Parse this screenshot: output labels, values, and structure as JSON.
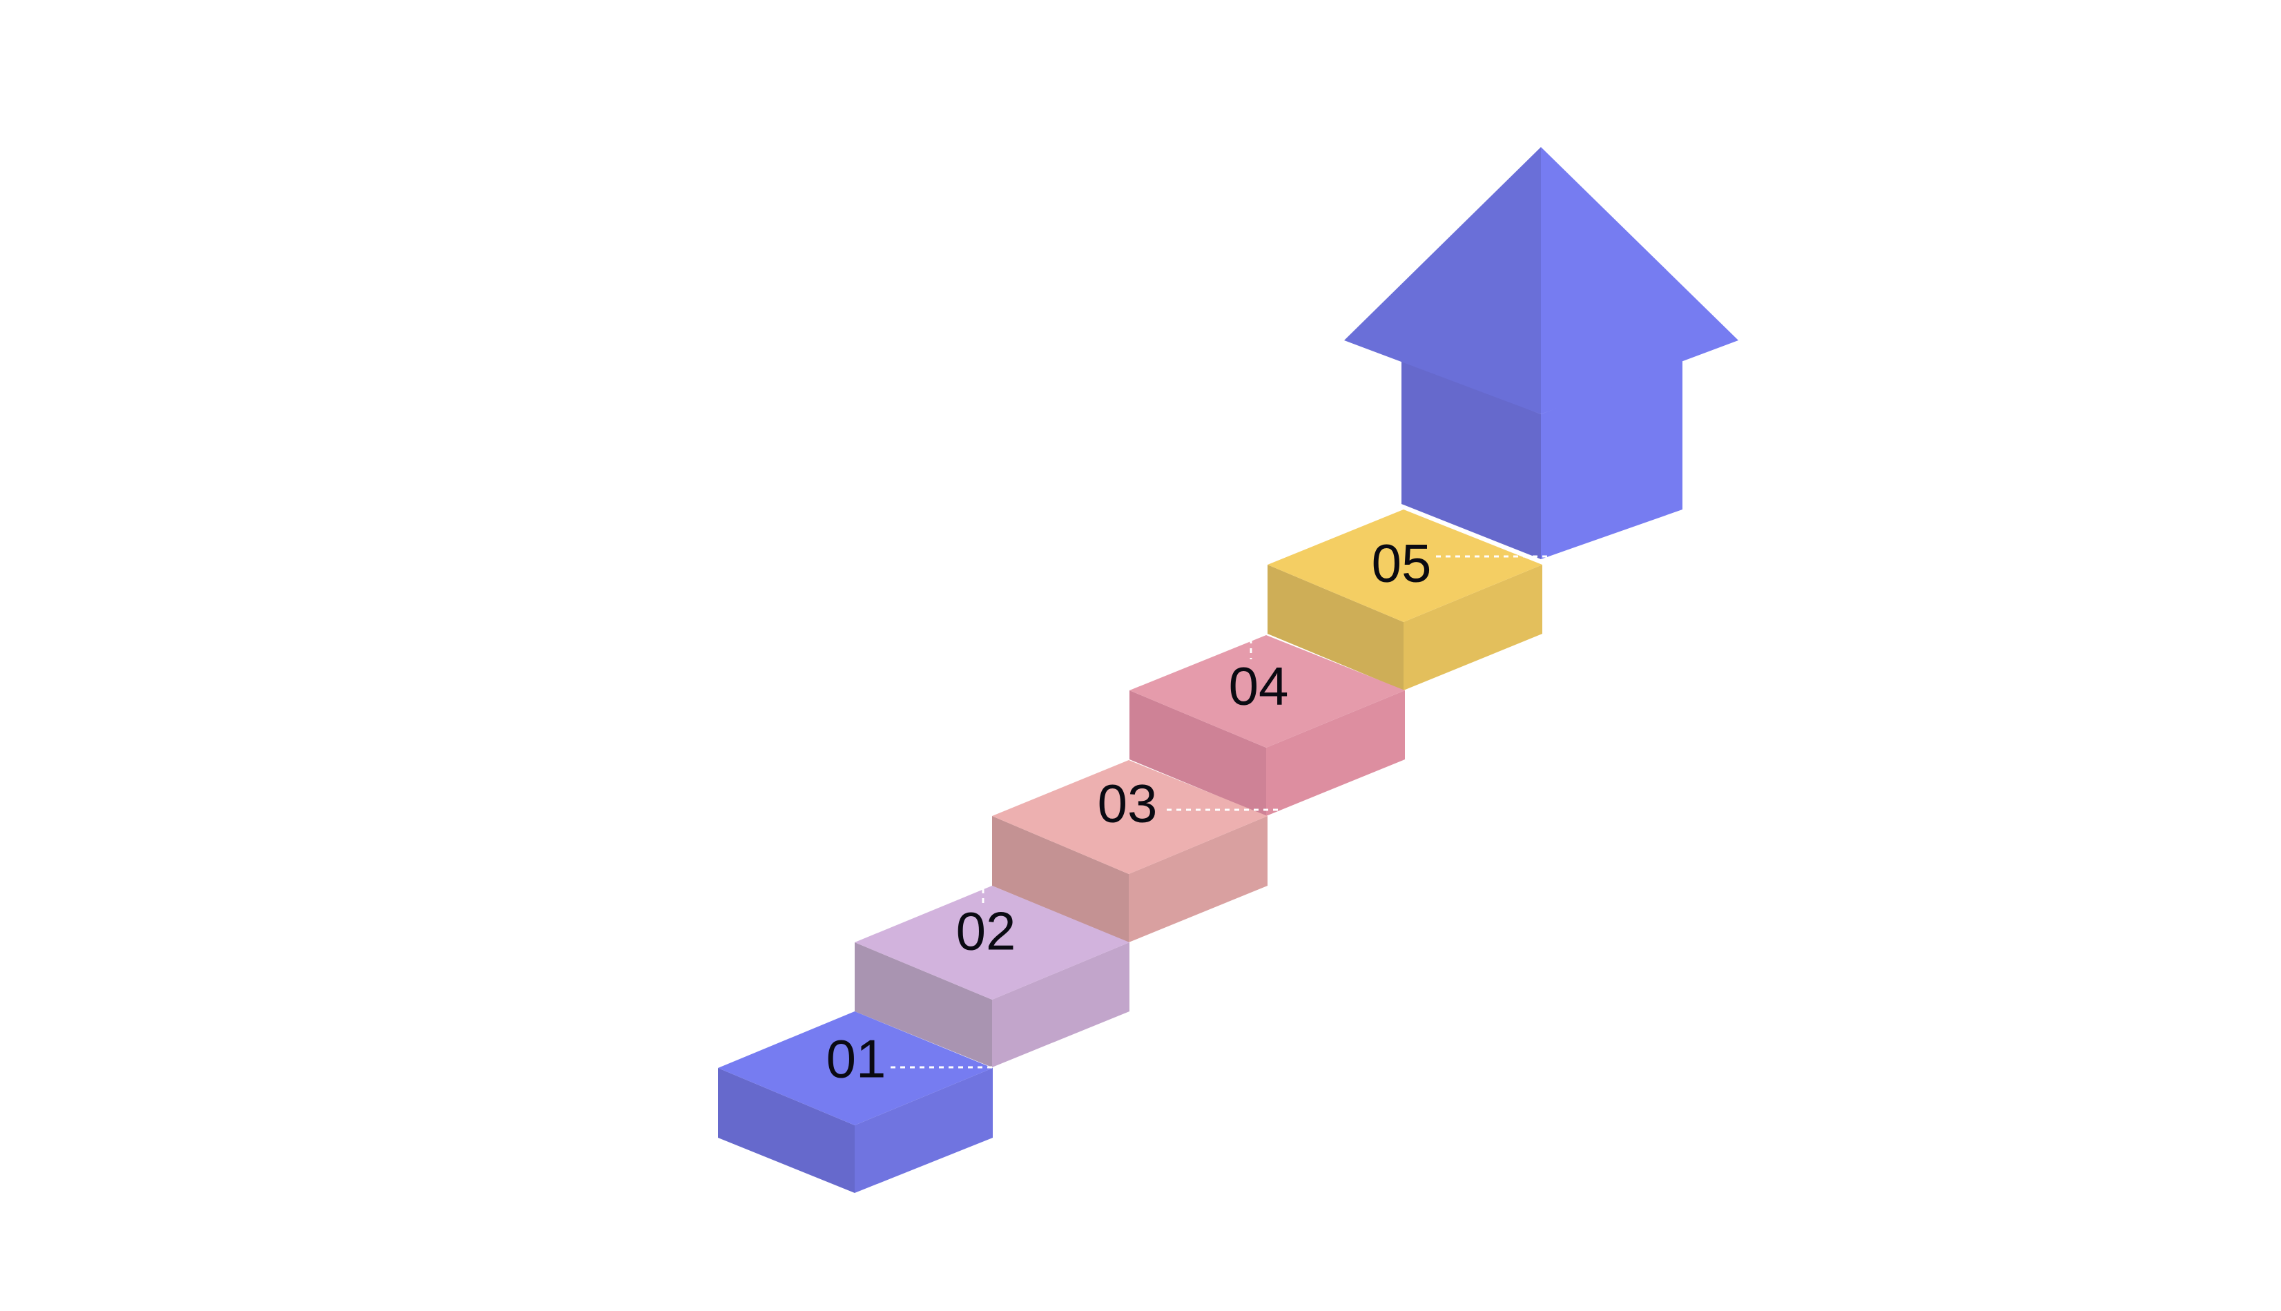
{
  "diagram": {
    "type": "isometric-staircase",
    "arrow": {
      "direction": "up",
      "colors": {
        "left": "#6A6FD8",
        "right": "#767CF1",
        "shaft_left": "#6669CC",
        "shaft_right": "#767CF1"
      }
    },
    "steps": [
      {
        "number": "01",
        "colors": {
          "top": "#767CF1",
          "left": "#6669CC",
          "right": "#7074E0"
        }
      },
      {
        "number": "02",
        "colors": {
          "top": "#D2B3DD",
          "left": "#A994B1",
          "right": "#C2A5CB"
        }
      },
      {
        "number": "03",
        "colors": {
          "top": "#EDB0B0",
          "left": "#C49293",
          "right": "#D9A0A0"
        }
      },
      {
        "number": "04",
        "colors": {
          "top": "#E59BAB",
          "left": "#CE8296",
          "right": "#DD8EA0"
        }
      },
      {
        "number": "05",
        "colors": {
          "top": "#F4CE63",
          "left": "#CEAE57",
          "right": "#E3BF5C"
        }
      }
    ]
  }
}
